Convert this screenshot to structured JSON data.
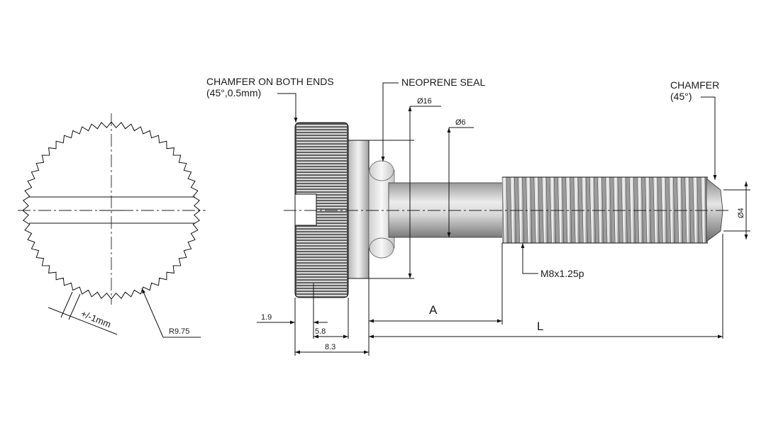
{
  "notes": {
    "chamfer_both_line1": "CHAMFER ON BOTH ENDS",
    "chamfer_both_line2": "(45°,0.5mm)",
    "neoprene_seal": "NEOPRENE SEAL",
    "chamfer_line1": "CHAMFER",
    "chamfer_line2": "(45°)",
    "thread_spec": "M8x1.25p",
    "knurl_tolerance": "+/-1mm",
    "knurl_radius": "R9.75"
  },
  "dimensions": {
    "dia_16": "Ø16",
    "dia_6": "Ø6",
    "dia_4": "Ø4",
    "d_1_9": "1.9",
    "d_5_8": "5.8",
    "d_8_3": "8.3",
    "d_A": "A",
    "d_L": "L"
  },
  "colors": {
    "line": "#111111",
    "metal_light": "#e0e0e0",
    "metal_dark": "#6a6a6a"
  }
}
